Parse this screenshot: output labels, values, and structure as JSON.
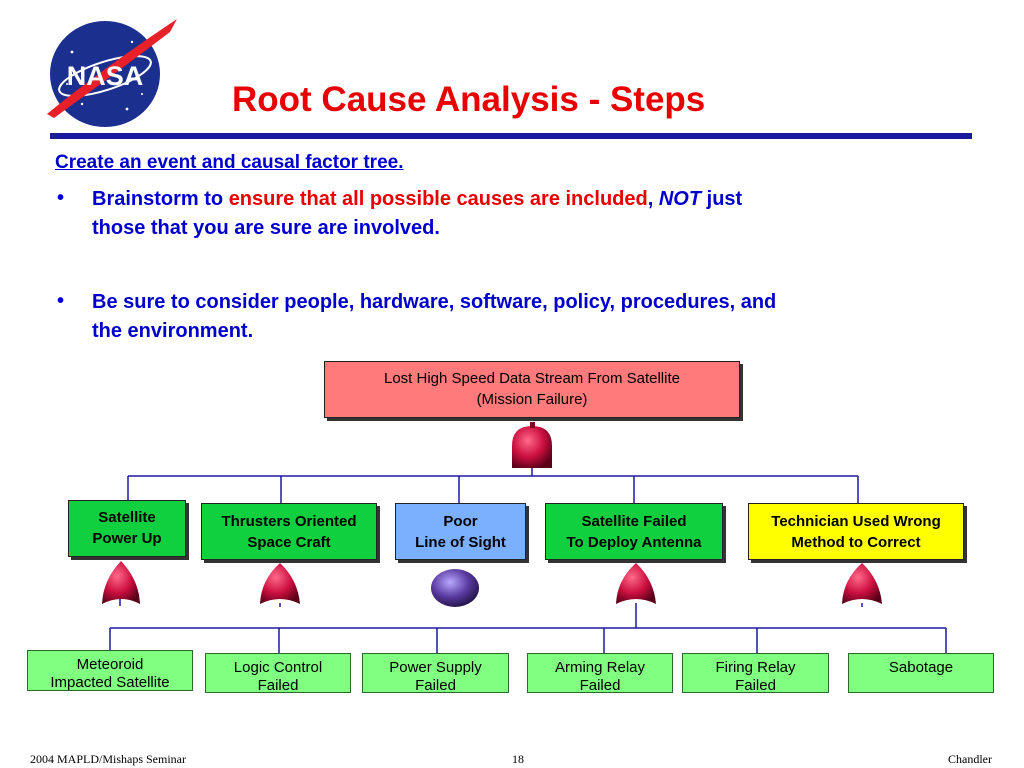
{
  "logo": {
    "text": "NASA"
  },
  "slide": {
    "title": "Root Cause Analysis - Steps"
  },
  "content": {
    "subhead": "Create an event and causal factor tree.",
    "bullet1": {
      "part1": "Brainstorm to ",
      "part2": "ensure that all possible causes are included",
      "part3": ",",
      "part4": "NOT",
      "part5": " just",
      "line2": "those that you are sure are involved."
    },
    "bullet2": {
      "line1": "Be sure to consider people, hardware, software, policy, procedures, and",
      "line2": "the environment."
    }
  },
  "tree": {
    "top": {
      "line1": "Lost High Speed Data Stream From Satellite",
      "line2": "(Mission Failure)"
    },
    "middle": [
      {
        "line1": "Satellite",
        "line2": "Power Up"
      },
      {
        "line1": "Thrusters Oriented",
        "line2": "Space Craft"
      },
      {
        "line1": "Poor",
        "line2": "Line of Sight"
      },
      {
        "line1": "Satellite Failed",
        "line2": "To Deploy Antenna"
      },
      {
        "line1": "Technician Used Wrong",
        "line2": "Method to Correct"
      }
    ],
    "leaves": [
      {
        "line1": "Meteoroid",
        "line2": "Impacted Satellite"
      },
      {
        "line1": "Logic Control",
        "line2": "Failed"
      },
      {
        "line1": "Power Supply",
        "line2": "Failed"
      },
      {
        "line1": "Arming Relay",
        "line2": "Failed"
      },
      {
        "line1": "Firing Relay",
        "line2": "Failed"
      },
      {
        "line1": "Sabotage",
        "line2": ""
      }
    ],
    "colors": {
      "top": "#ff7a7a",
      "green": "#10d040",
      "blue": "#7ab0ff",
      "yellow": "#ffff00",
      "leaf": "#80ff80",
      "and_gate": "#cc1040",
      "or_gate": "#5a3aa0",
      "connector": "#1a1aa0"
    }
  },
  "footer": {
    "left": "2004 MAPLD/Mishaps Seminar",
    "page": "18",
    "right": "Chandler"
  }
}
